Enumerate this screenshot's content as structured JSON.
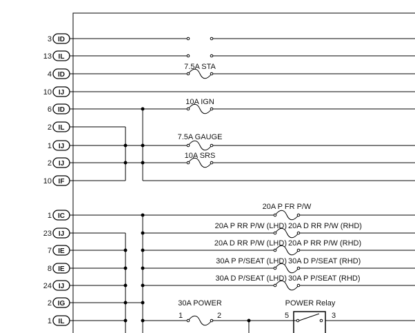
{
  "connector_pins": [
    {
      "num": "3",
      "code": "ID"
    },
    {
      "num": "13",
      "code": "IL"
    },
    {
      "num": "4",
      "code": "ID"
    },
    {
      "num": "10",
      "code": "IJ"
    },
    {
      "num": "6",
      "code": "ID"
    },
    {
      "num": "2",
      "code": "IL"
    },
    {
      "num": "1",
      "code": "IJ"
    },
    {
      "num": "2",
      "code": "IJ"
    },
    {
      "num": "10",
      "code": "IF"
    },
    {
      "num": "1",
      "code": "IC"
    },
    {
      "num": "23",
      "code": "IJ"
    },
    {
      "num": "7",
      "code": "IE"
    },
    {
      "num": "8",
      "code": "IE"
    },
    {
      "num": "24",
      "code": "IJ"
    },
    {
      "num": "2",
      "code": "IG"
    },
    {
      "num": "1",
      "code": "IL"
    }
  ],
  "fuse_labels": {
    "sta": "7.5A STA",
    "ign": "10A IGN",
    "gauge": "7.5A GAUGE",
    "srs": "10A SRS",
    "p_fr_pw": "20A P FR P/W",
    "p_rr_pw_lhd": "20A P RR P/W (LHD)",
    "d_rr_pw_rhd": "20A D RR P/W (RHD)",
    "d_rr_pw_lhd": "20A D RR P/W (LHD)",
    "p_rr_pw_rhd": "20A P RR P/W (RHD)",
    "p_seat_lhd": "30A P P/SEAT (LHD)",
    "d_seat_rhd": "30A D P/SEAT (RHD)",
    "d_seat_lhd": "30A D P/SEAT (LHD)",
    "p_seat_rhd": "30A P P/SEAT (RHD)",
    "power": "30A POWER",
    "power_pin1": "1",
    "power_pin2": "2"
  },
  "relay": {
    "label": "POWER Relay",
    "pin5": "5",
    "pin3": "3"
  }
}
